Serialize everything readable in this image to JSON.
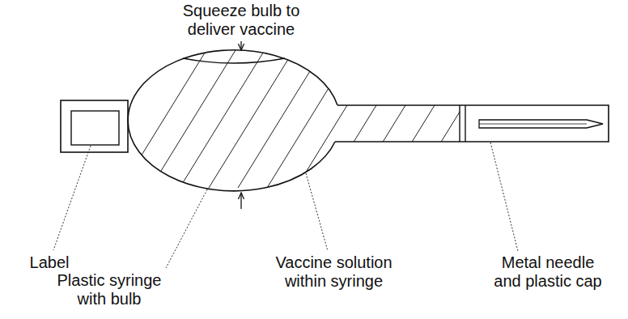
{
  "diagram": {
    "labels": [
      "Squeeze bulb to deliver vaccine",
      "Label",
      "Plastic syringe with bulb",
      "Vaccine solution within syringe",
      "Metal needle and plastic cap"
    ]
  }
}
